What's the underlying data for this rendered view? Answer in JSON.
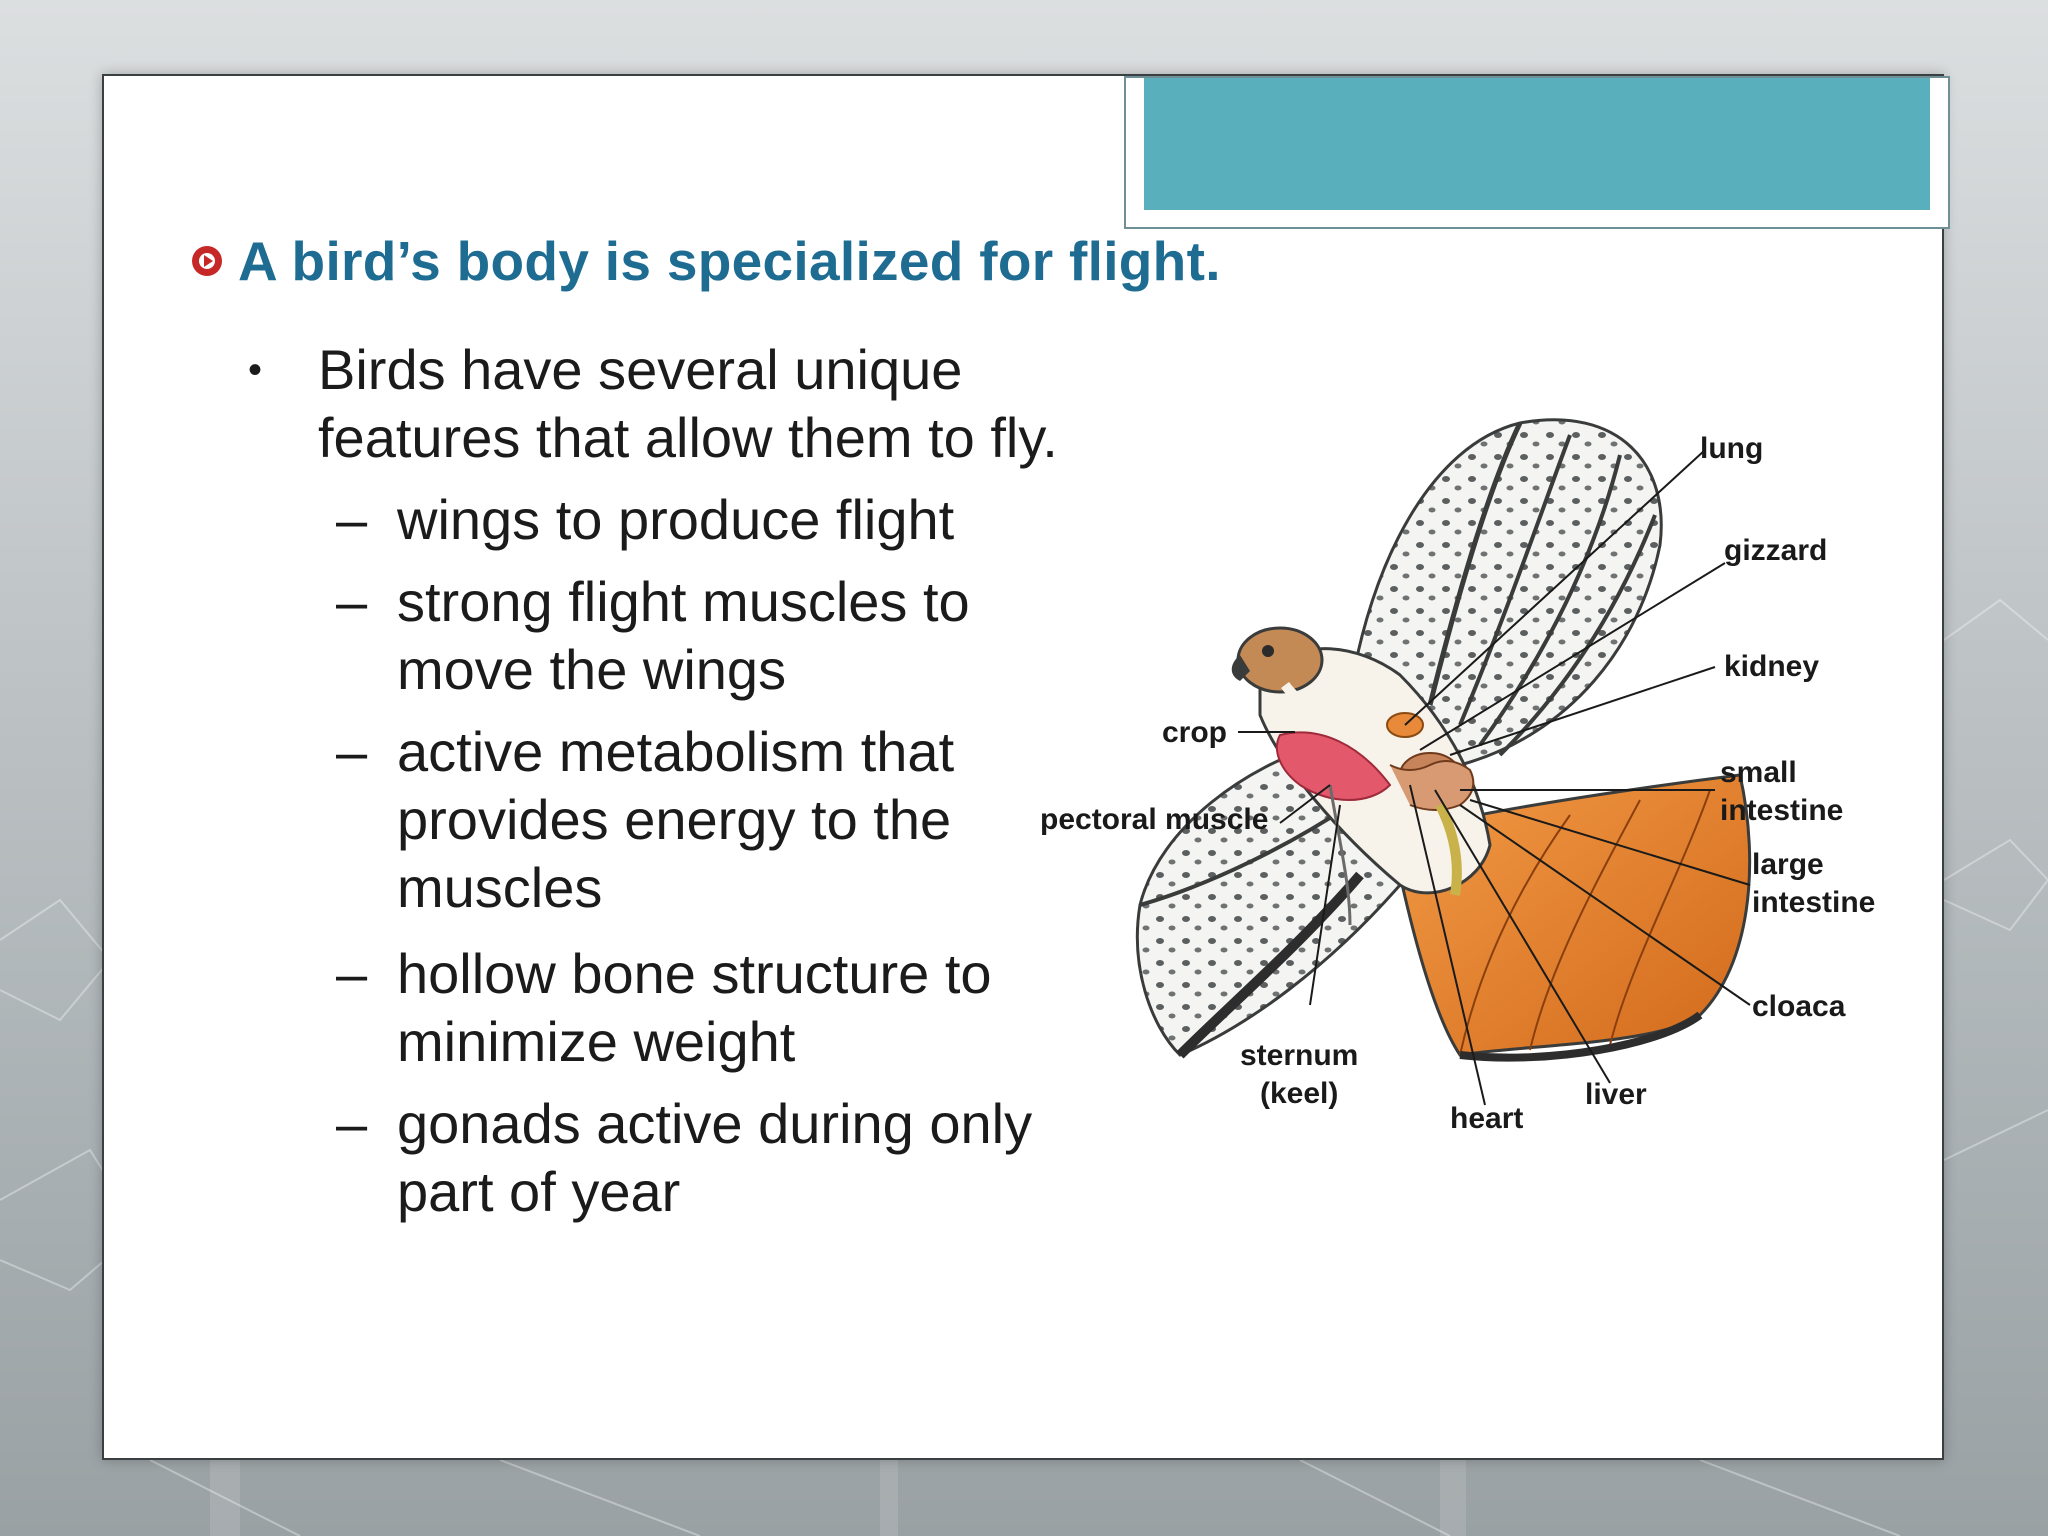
{
  "slide": {
    "heading": "A bird’s body is specialized for flight.",
    "bullet_line1": "Birds have several unique",
    "bullet_line2": "features that allow them to fly.",
    "subitems": [
      {
        "lines": [
          "wings to produce flight"
        ]
      },
      {
        "lines": [
          "strong flight muscles to",
          "move the wings"
        ]
      },
      {
        "lines": [
          "active metabolism that",
          "provides energy to the",
          "muscles"
        ]
      },
      {
        "lines": [
          "hollow bone structure to",
          "minimize weight"
        ]
      },
      {
        "lines": [
          "gonads active during only",
          "part of year"
        ]
      }
    ]
  },
  "diagram": {
    "labels": {
      "lung": "lung",
      "gizzard": "gizzard",
      "kidney": "kidney",
      "small_intestine_1": "small",
      "small_intestine_2": "intestine",
      "large_intestine_1": "large",
      "large_intestine_2": "intestine",
      "cloaca": "cloaca",
      "crop": "crop",
      "pectoral_muscle": "pectoral muscle",
      "sternum_1": "sternum",
      "sternum_2": "(keel)",
      "heart": "heart",
      "liver": "liver"
    }
  },
  "colors": {
    "heading": "#1f6c93",
    "title_tab": "#5aafbc",
    "bullet_red": "#c62828",
    "tail_orange": "#e07a28"
  }
}
